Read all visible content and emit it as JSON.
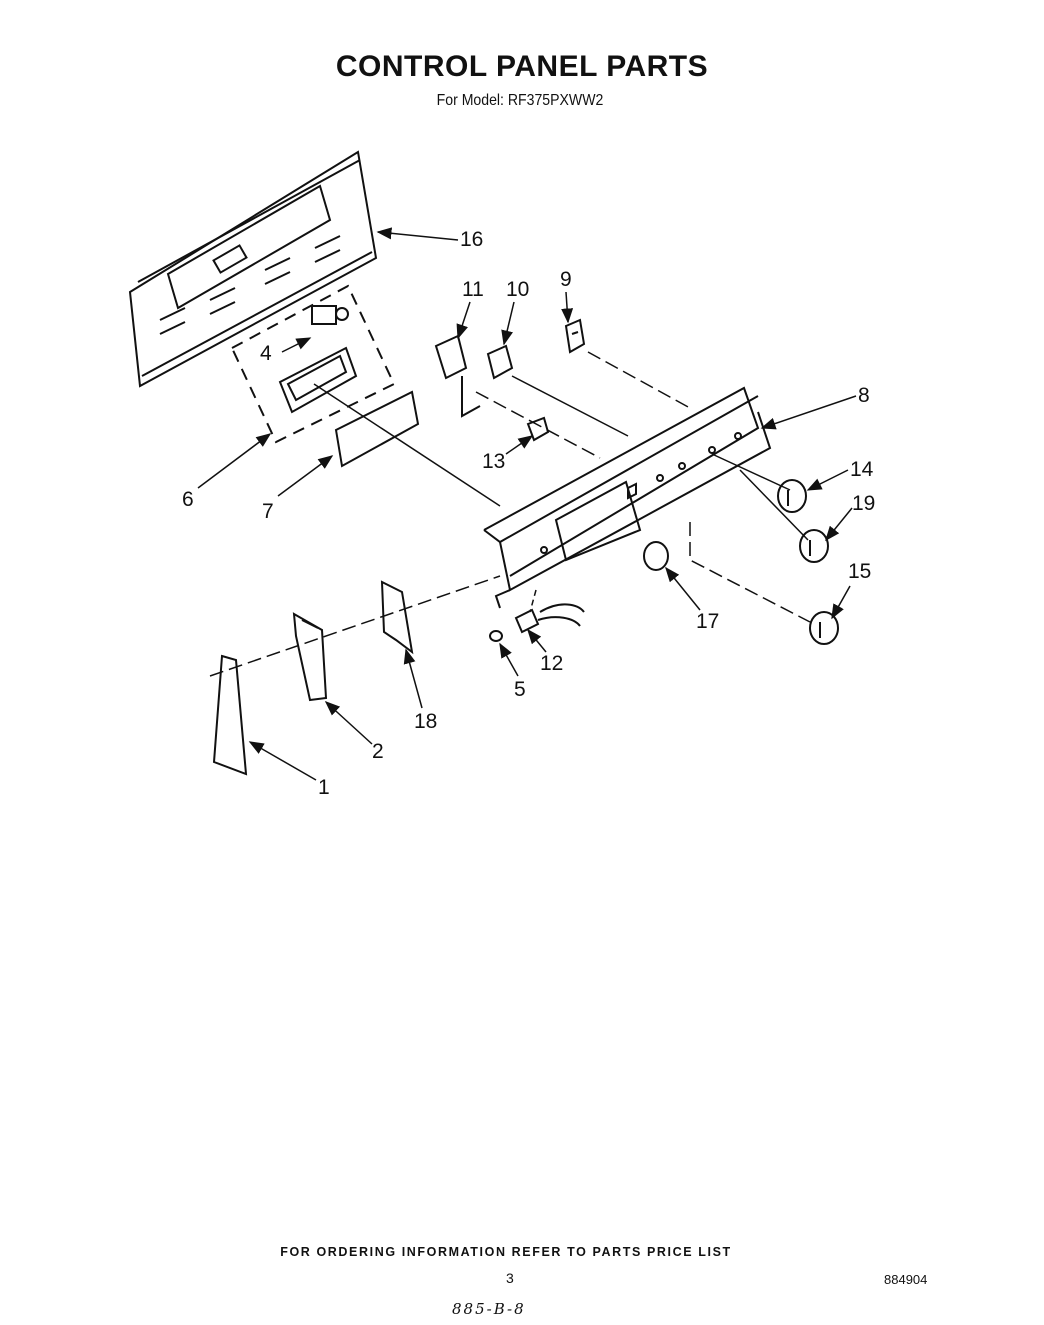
{
  "header": {
    "title": "CONTROL PANEL PARTS",
    "subtitle": "For Model: RF375PXWW2"
  },
  "diagram": {
    "callouts": [
      "1",
      "2",
      "4",
      "5",
      "6",
      "7",
      "8",
      "9",
      "10",
      "11",
      "12",
      "13",
      "14",
      "15",
      "16",
      "17",
      "18",
      "19"
    ]
  },
  "footer": {
    "ordering_note": "FOR ORDERING INFORMATION REFER TO PARTS PRICE LIST",
    "page_number": "3",
    "doc_number": "884904",
    "handwritten_code": "885-B-8"
  }
}
